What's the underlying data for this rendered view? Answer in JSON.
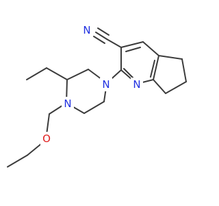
{
  "molecule": {
    "atoms": {
      "nitrile_n": {
        "symbol": "N",
        "color": "#2030e0"
      },
      "pyridine_n": {
        "symbol": "N",
        "color": "#2030e0"
      },
      "piperazine_n1": {
        "symbol": "N",
        "color": "#2030e0"
      },
      "piperazine_n4": {
        "symbol": "N",
        "color": "#2030e0"
      },
      "ether_o": {
        "symbol": "O",
        "color": "#e02020"
      }
    },
    "bond_color": "#3b3b3b"
  }
}
